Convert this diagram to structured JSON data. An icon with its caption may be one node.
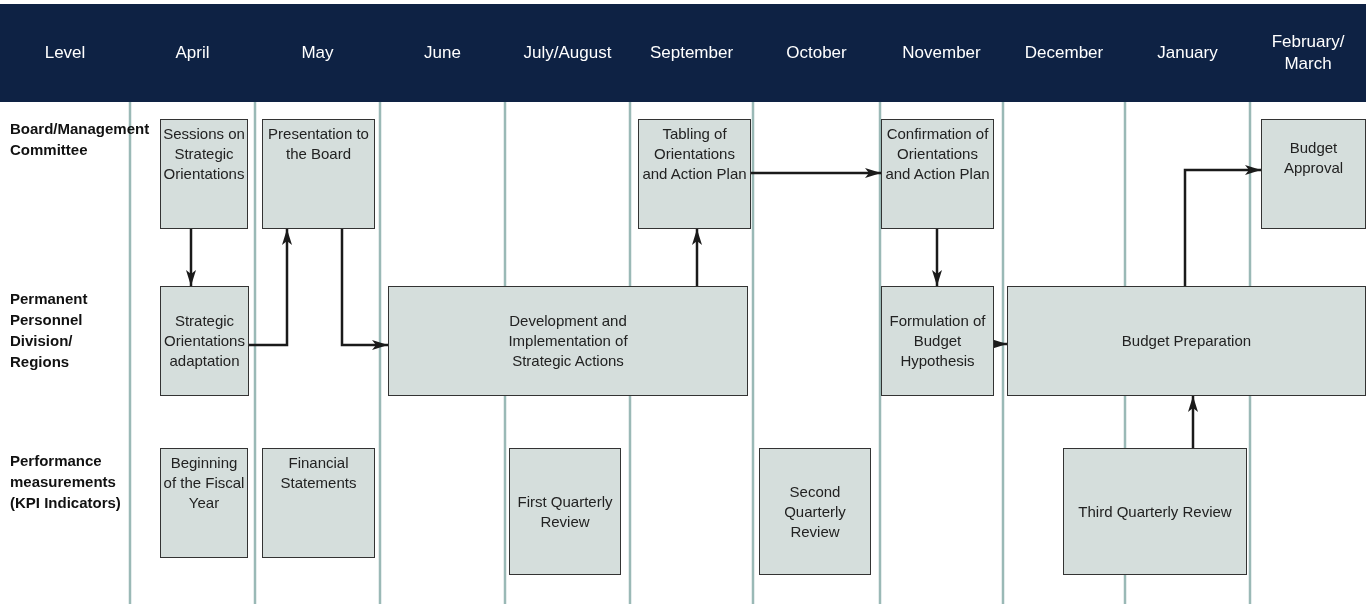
{
  "diagram": {
    "nodes": [
      {
        "text": [
          "Sessions on Strategic Orientations"
        ]
      },
      {
        "text": [
          "Presentation to the Board"
        ]
      },
      {
        "text": [
          "Tabling of Orientations and Action Plan"
        ]
      },
      {
        "text": [
          "Confirmation of Orientations and Action Plan"
        ]
      },
      {
        "text": [
          "Budget Approval"
        ]
      },
      {
        "text": [
          "Strategic Orientations adaptation"
        ]
      },
      {
        "text": [
          "Development and Implementation of Strategic Actions"
        ]
      },
      {
        "text": [
          "Formulation of Budget Hypothesis"
        ]
      },
      {
        "text": [
          "Budget Preparation"
        ]
      },
      {
        "text": [
          "Beginning of the Fiscal Year"
        ]
      },
      {
        "text": [
          "Financial Statements"
        ]
      },
      {
        "text": [
          "First Quarterly Review"
        ]
      },
      {
        "text": [
          "Second Quarterly Review"
        ]
      },
      {
        "text": [
          "Third Quarterly Review"
        ]
      }
    ],
    "edges": [
      {
        "from": 0,
        "to": 5,
        "arrow": "to"
      },
      {
        "from": 5,
        "to": 1,
        "arrow": "to"
      },
      {
        "from": 1,
        "to": 6,
        "arrow": "to"
      },
      {
        "from": 6,
        "to": 2,
        "arrow": "to"
      },
      {
        "from": 2,
        "to": 3,
        "arrow": "to"
      },
      {
        "from": 3,
        "to": 7,
        "arrow": "to"
      },
      {
        "from": 7,
        "to": 8,
        "arrow": "to"
      },
      {
        "from": 8,
        "to": 4,
        "arrow": "to"
      },
      {
        "from": 13,
        "to": 8,
        "arrow": "to"
      }
    ],
    "labels": [
      "Level",
      "April",
      "May",
      "June",
      "July/August",
      "September",
      "October",
      "November",
      "December",
      "January",
      "February/ March",
      "Board/Management Committee",
      "Permanent Personnel Division/ Regions",
      "Performance measurements (KPI Indicators)"
    ]
  }
}
